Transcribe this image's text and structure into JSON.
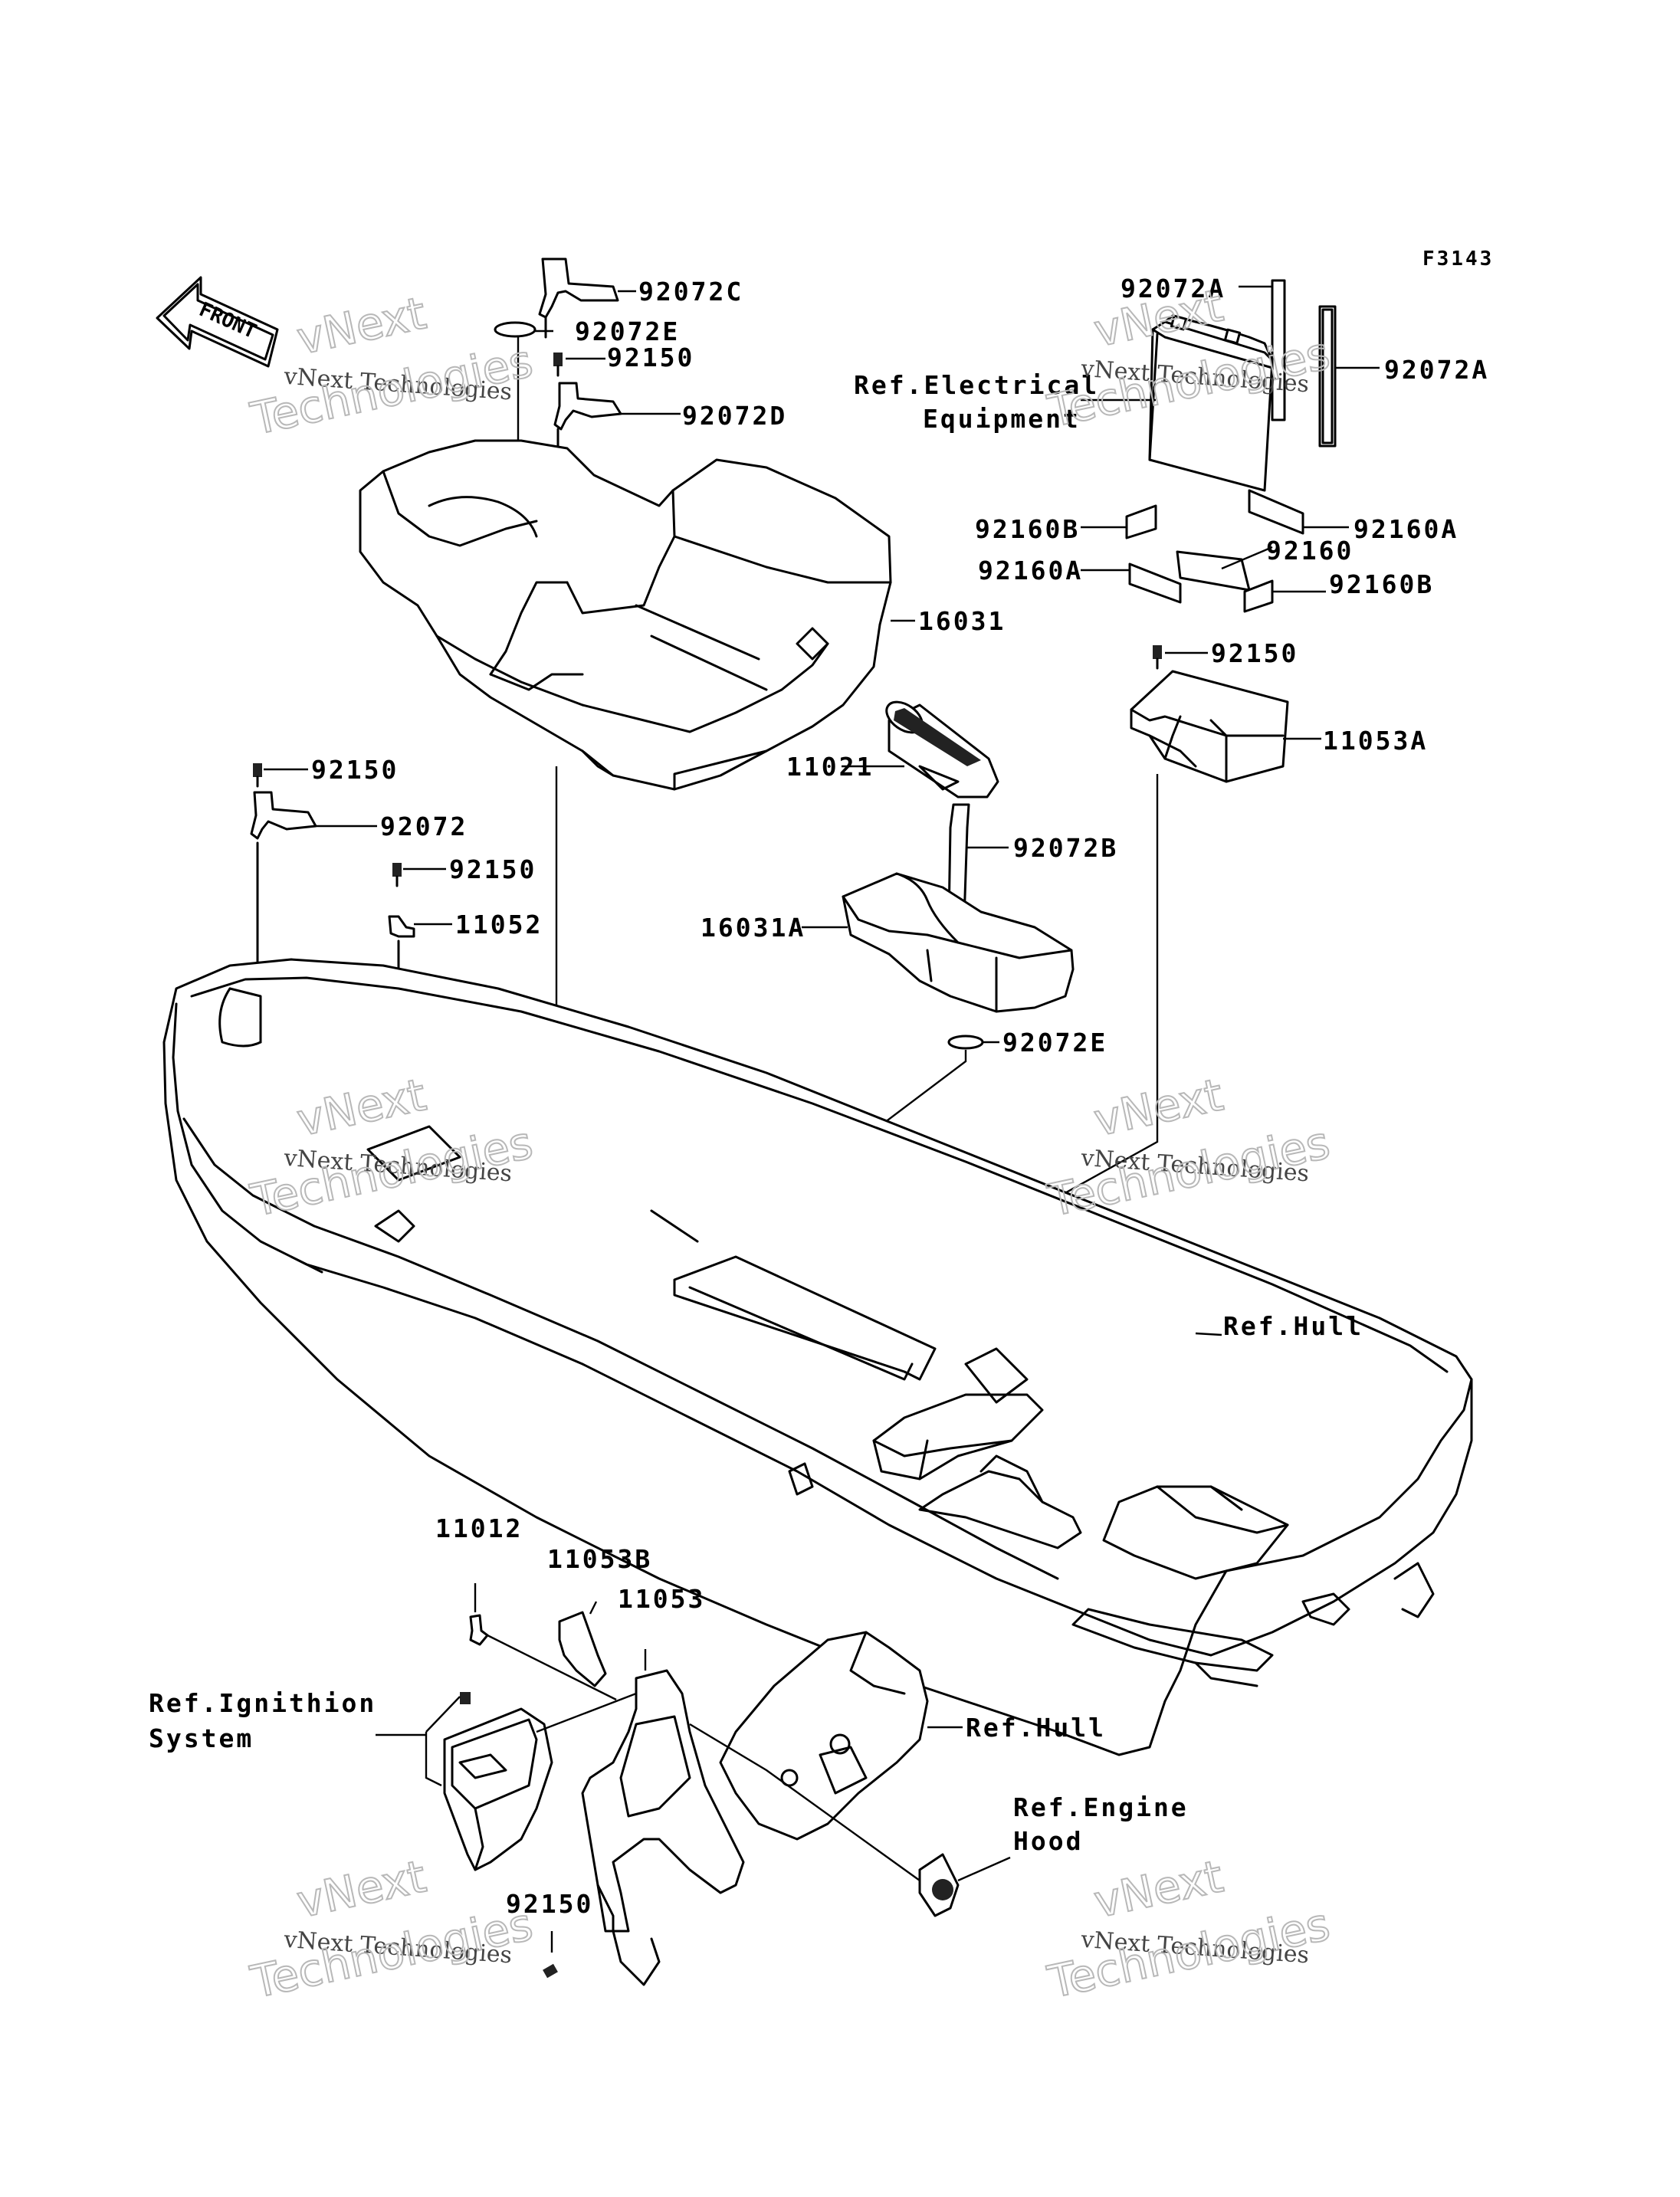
{
  "figure_id": "F3143",
  "front_arrow_label": "FRONT",
  "watermark": {
    "line": "vNext Technologies",
    "big_top": "vNext",
    "big_bottom": "Technologies"
  },
  "labels": {
    "p92072C": "92072C",
    "p92072E_top": "92072E",
    "p92150_top": "92150",
    "p92072D": "92072D",
    "p92072A_left": "92072A",
    "p92072A_right": "92072A",
    "ref_elec_1": "Ref.Electrical",
    "ref_elec_2": "Equipment",
    "p92160B_left": "92160B",
    "p92160A_right": "92160A",
    "p92160": "92160",
    "p92160A_left": "92160A",
    "p92160B_right": "92160B",
    "p16031": "16031",
    "p92150_battery": "92150",
    "p11053A": "11053A",
    "p11021": "11021",
    "p92150_left": "92150",
    "p92072": "92072",
    "p92072B": "92072B",
    "p92150_mid": "92150",
    "p11052": "11052",
    "p16031A": "16031A",
    "p92072E_mid": "92072E",
    "ref_hull_main": "Ref.Hull",
    "p11012": "11012",
    "p11053B": "11053B",
    "p11053": "11053",
    "ref_ign_1": "Ref.Ignithion",
    "ref_ign_2": "System",
    "ref_hull_small": "Ref.Hull",
    "ref_hood_1": "Ref.Engine",
    "ref_hood_2": "Hood",
    "p92150_bottom": "92150"
  }
}
